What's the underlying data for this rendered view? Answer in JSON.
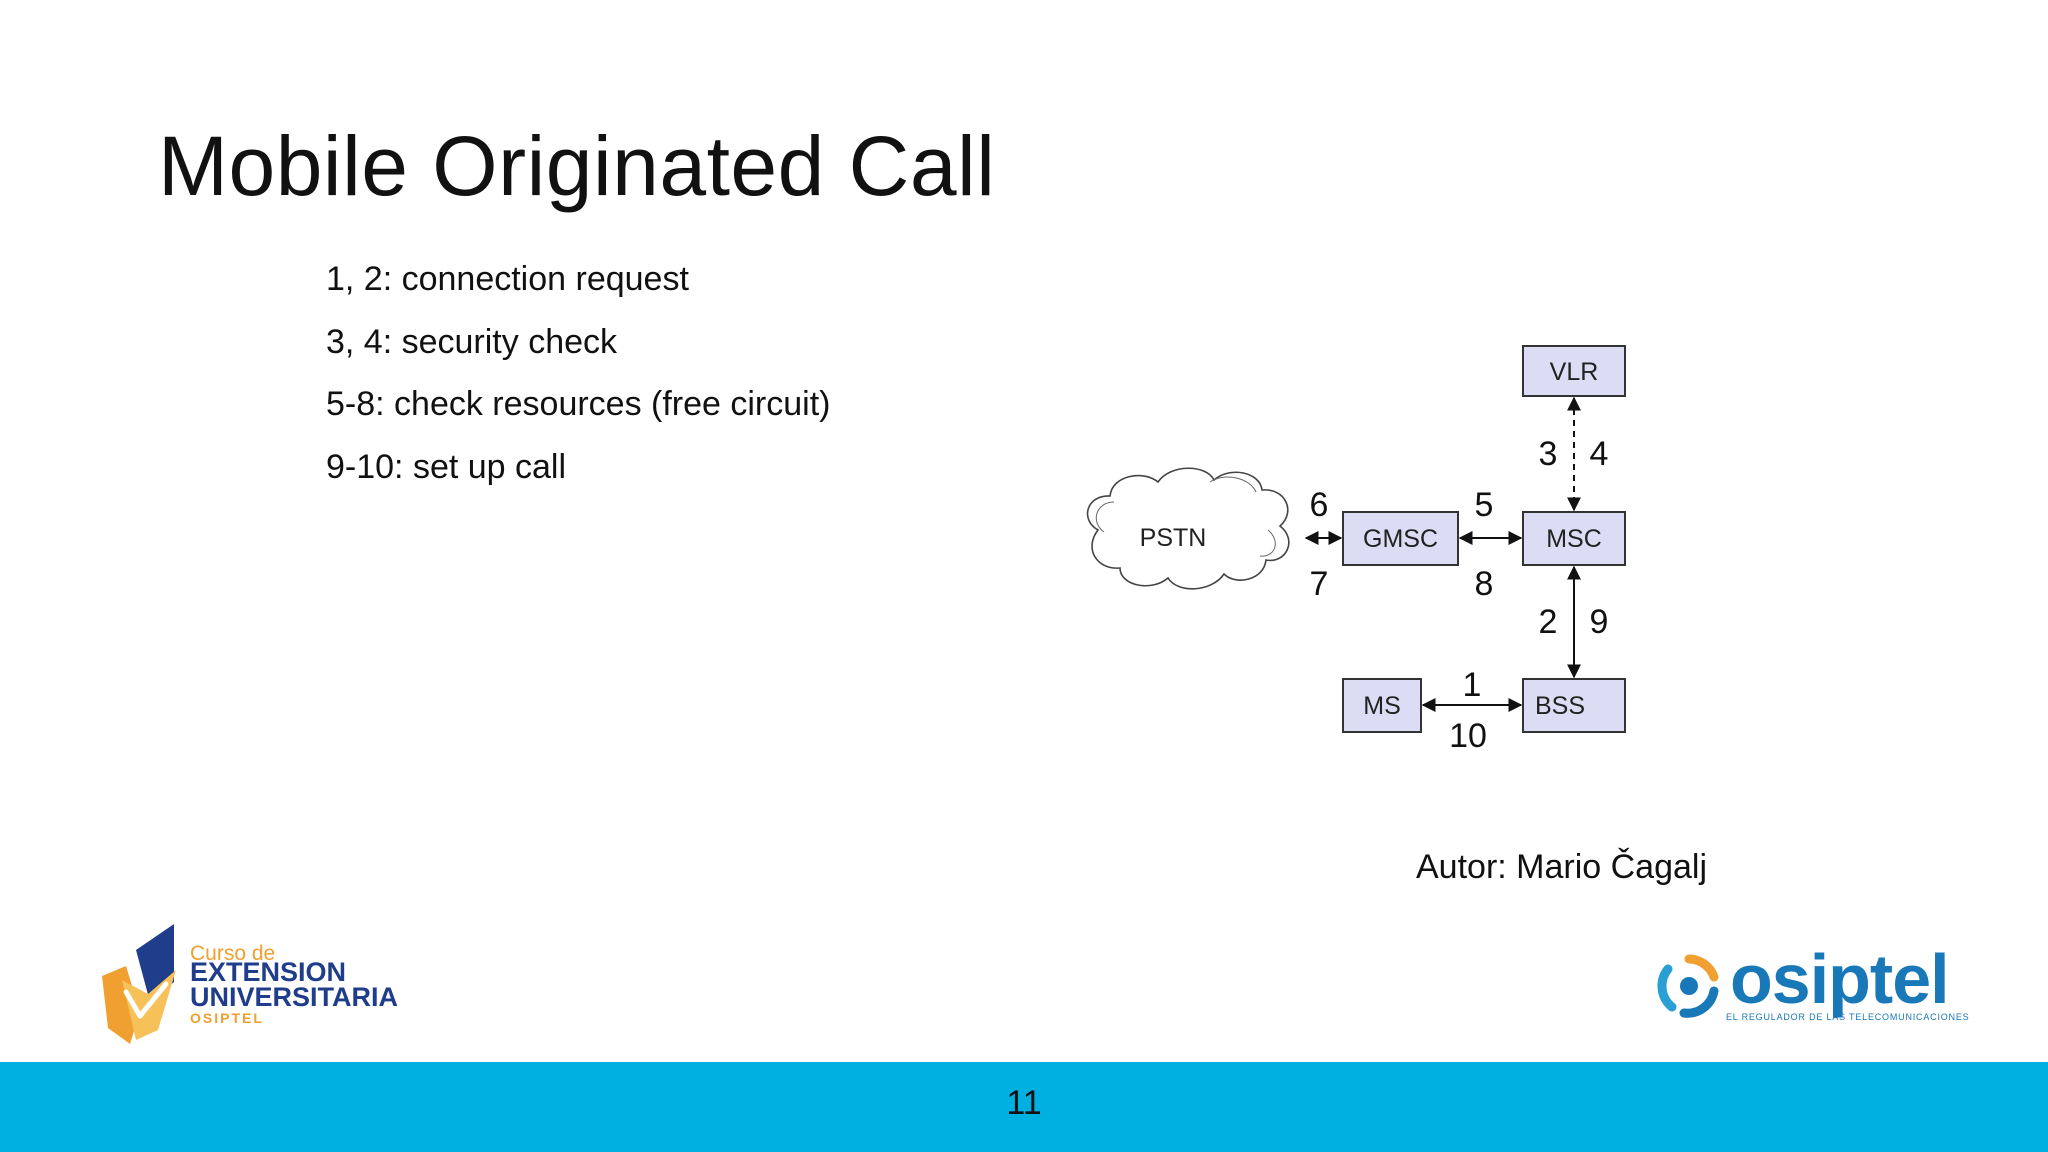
{
  "slide": {
    "title": "Mobile Originated Call",
    "bullets": [
      "1, 2: connection request",
      "3, 4: security check",
      "5-8: check resources (free circuit)",
      "9-10: set up call"
    ],
    "author": "Autor: Mario Čagalj",
    "page_number": "11"
  },
  "diagram": {
    "nodes": {
      "pstn": "PSTN",
      "gmsc": "GMSC",
      "msc": "MSC",
      "vlr": "VLR",
      "ms": "MS",
      "bss": "BSS"
    },
    "steps": {
      "s1": "1",
      "s2": "2",
      "s3": "3",
      "s4": "4",
      "s5": "5",
      "s6": "6",
      "s7": "7",
      "s8": "8",
      "s9": "9",
      "s10": "10"
    },
    "colors": {
      "box_fill": "#dcdcf4",
      "box_stroke": "#333333"
    }
  },
  "logos": {
    "left": {
      "line1": "Curso de",
      "line2": "EXTENSION",
      "line3": "UNIVERSITARIA",
      "line4": "OSIPTEL"
    },
    "right": {
      "word": "osiptel",
      "tagline": "EL REGULADOR DE LAS TELECOMUNICACIONES"
    }
  },
  "theme": {
    "footer_color": "#00b0e0",
    "logo_blue": "#1878b8",
    "logo_orange": "#f0a030"
  }
}
